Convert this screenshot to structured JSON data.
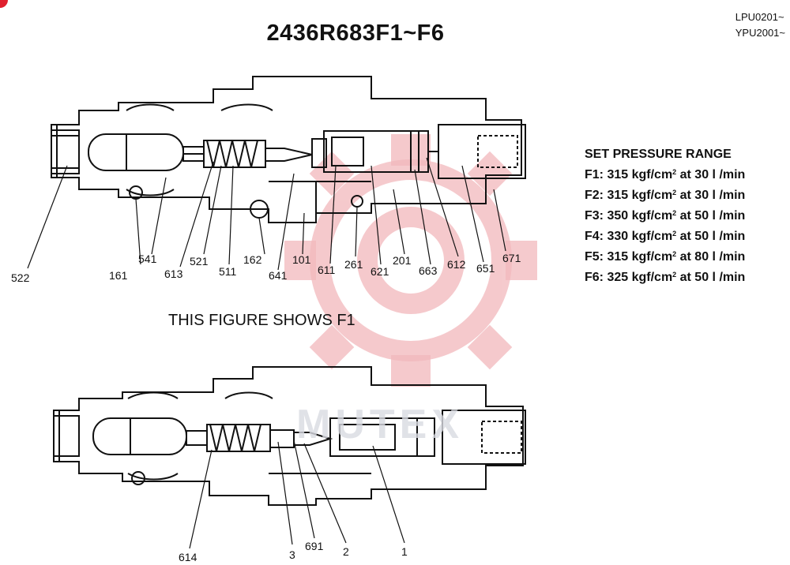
{
  "title": "2436R683F1~F6",
  "serials": [
    "LPU0201~",
    "YPU2001~"
  ],
  "pressure": {
    "heading": "SET PRESSURE RANGE",
    "rows": [
      {
        "id": "F1:",
        "value": "315 kgf/cm",
        "sup": "2",
        "rest": " at 30 l /min"
      },
      {
        "id": "F2:",
        "value": "315 kgf/cm",
        "sup": "2",
        "rest": " at 30 l /min"
      },
      {
        "id": "F3:",
        "value": "350 kgf/cm",
        "sup": "2",
        "rest": " at 50 l /min"
      },
      {
        "id": "F4:",
        "value": "330 kgf/cm",
        "sup": "2",
        "rest": " at 50 l /min"
      },
      {
        "id": "F5:",
        "value": "315 kgf/cm",
        "sup": "2",
        "rest": " at 80 l /min"
      },
      {
        "id": "F6:",
        "value": "325 kgf/cm",
        "sup": "2",
        "rest": " at 50 l /min"
      }
    ]
  },
  "caption": "THIS FIGURE SHOWS F1",
  "watermark": "MUTEX",
  "colors": {
    "line": "#111111",
    "watermark": "#f2b8bc",
    "badge": "#e0202e"
  },
  "upper_labels": [
    "522",
    "161",
    "541",
    "613",
    "521",
    "511",
    "162",
    "641",
    "101",
    "611",
    "261",
    "621",
    "201",
    "663",
    "612",
    "651",
    "671"
  ],
  "lower_labels": [
    "614",
    "3",
    "691",
    "2",
    "1"
  ]
}
